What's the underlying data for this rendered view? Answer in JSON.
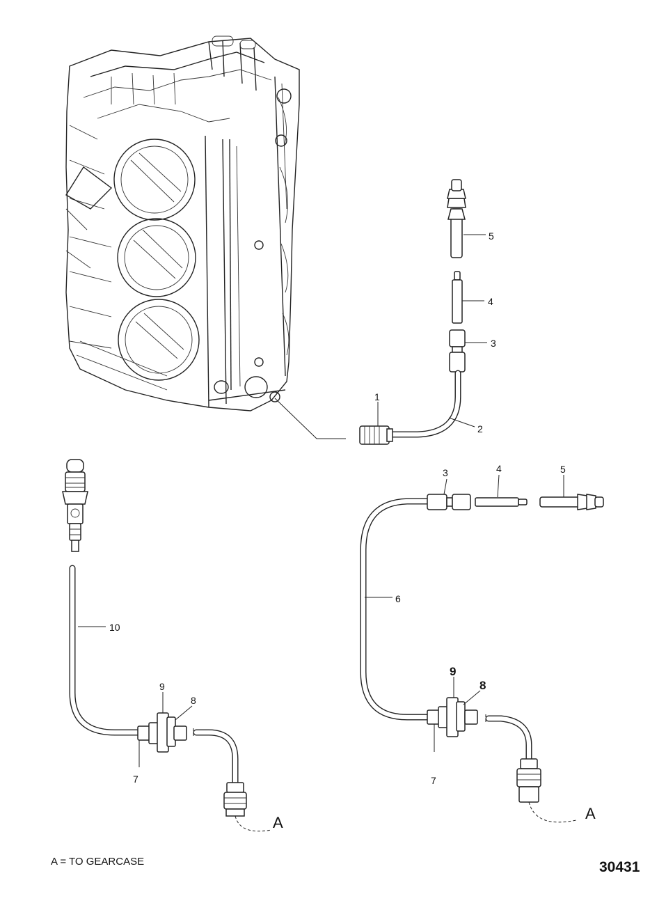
{
  "callouts": {
    "top_1": "1",
    "top_2": "2",
    "top_3": "3",
    "top_4": "4",
    "top_5": "5",
    "bl_10": "10",
    "bl_9": "9",
    "bl_8": "8",
    "bl_7": "7",
    "bl_A": "A",
    "br_3": "3",
    "br_4": "4",
    "br_5": "5",
    "br_6": "6",
    "br_9": "9",
    "br_8": "8",
    "br_7": "7",
    "br_A": "A"
  },
  "legend": "A = TO GEARCASE",
  "figure_number": "30431"
}
